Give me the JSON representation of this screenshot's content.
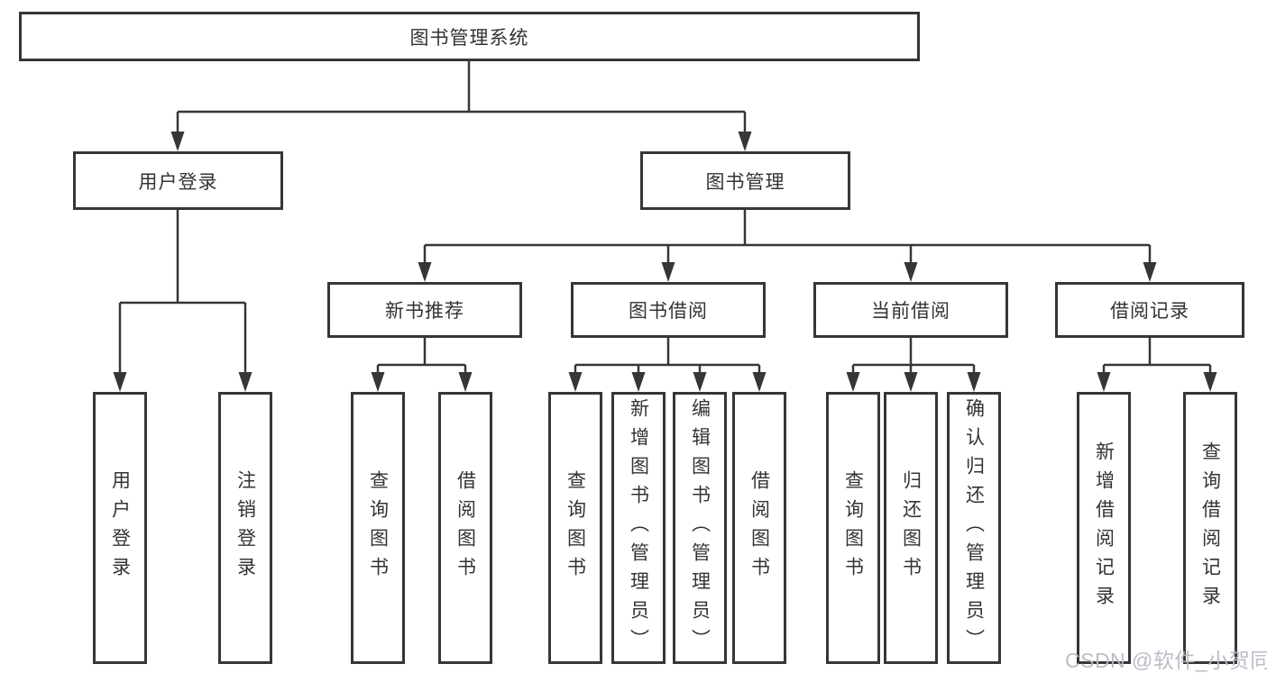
{
  "diagram": {
    "root": {
      "label": "图书管理系统"
    },
    "user_login": {
      "label": "用户登录",
      "leaves": [
        "用户登录",
        "注销登录"
      ]
    },
    "book_mgmt": {
      "label": "图书管理",
      "sections": {
        "new_book": {
          "label": "新书推荐",
          "leaves": [
            "查询图书",
            "借阅图书"
          ]
        },
        "borrow": {
          "label": "图书借阅",
          "leaves": [
            "查询图书",
            "新增图书（管理员）",
            "编辑图书（管理员）",
            "借阅图书"
          ]
        },
        "current": {
          "label": "当前借阅",
          "leaves": [
            "查询图书",
            "归还图书",
            "确认归还（管理员）"
          ]
        },
        "records": {
          "label": "借阅记录",
          "leaves": [
            "新增借阅记录",
            "查询借阅记录"
          ]
        }
      }
    }
  },
  "watermark": {
    "text": "CSDN @软件_小贺同学"
  },
  "colors": {
    "line": "#363636",
    "text": "#333333",
    "background": "#ffffff",
    "watermark": "#b7b9c4"
  }
}
